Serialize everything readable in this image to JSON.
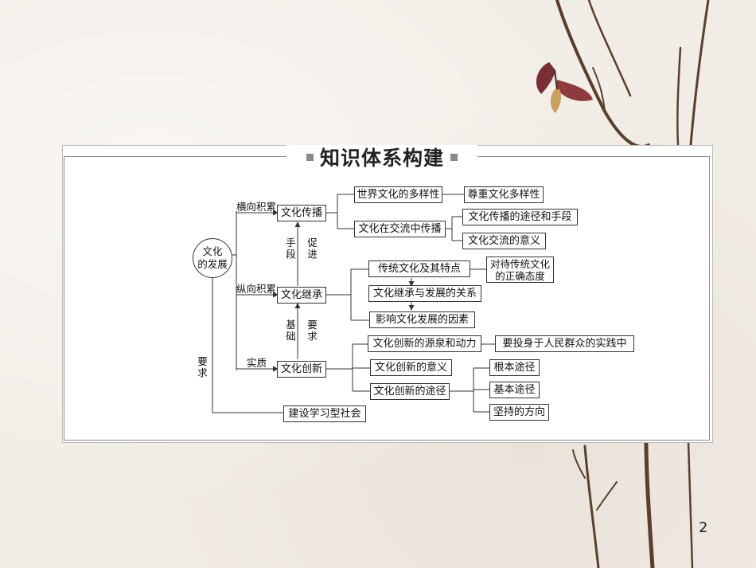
{
  "title": "知识体系构建",
  "center": {
    "line1": "文化",
    "line2": "的发展"
  },
  "level1": {
    "chuanbo": "文化传播",
    "jicheng": "文化继承",
    "chuangxin": "文化创新",
    "shehui": "建设学习型社会"
  },
  "edge_labels": {
    "hengxiang": "横向积累",
    "zongxiang": "纵向积累",
    "shizhi": "实质",
    "yaoqiu_left": "要求",
    "shouduan": "手段",
    "cujin": "促进",
    "jichu": "基础",
    "yaoqiu_mid": "要求"
  },
  "chuanbo_children": {
    "duoyangxing": "世界文化的多样性",
    "zunzhong": "尊重文化多样性",
    "jiaoliu": "文化在交流中传播",
    "tujing": "文化传播的途径和手段",
    "yiyi": "文化交流的意义"
  },
  "jicheng_children": {
    "chuantong": "传统文化及其特点",
    "taidu_1": "对待传统文化",
    "taidu_2": "的正确态度",
    "guanxi": "文化继承与发展的关系",
    "yinsu": "影响文化发展的因素"
  },
  "chuangxin_children": {
    "yuanquan": "文化创新的源泉和动力",
    "shijian": "要投身于人民群众的实践中",
    "yiyi": "文化创新的意义",
    "tujing": "文化创新的途径",
    "genben": "根本途径",
    "jiben": "基本途径",
    "fangxiang": "坚持的方向"
  },
  "page_number": "2",
  "colors": {
    "background": "#f1ece5",
    "panel": "#ffffff",
    "line": "#333333"
  }
}
